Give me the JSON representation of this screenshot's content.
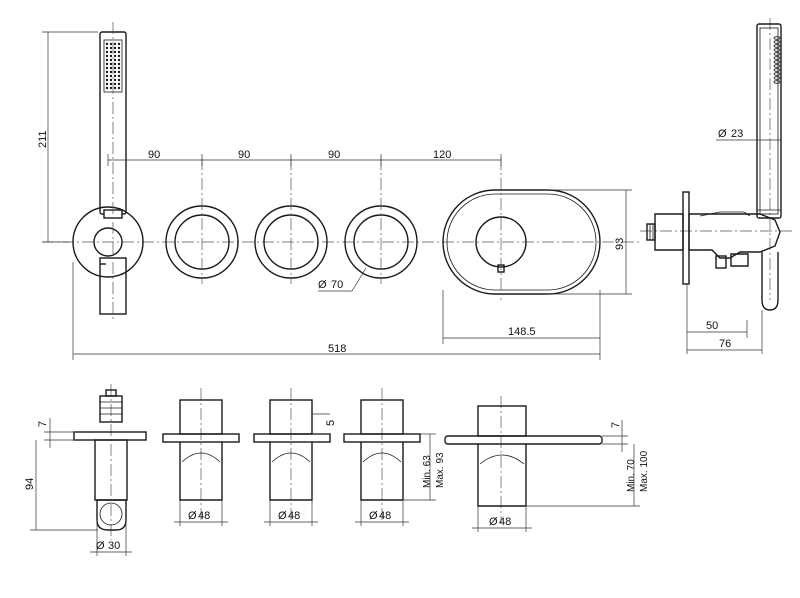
{
  "top_view": {
    "dims": {
      "height_211": "211",
      "sp1": "90",
      "sp2": "90",
      "sp3": "90",
      "sp4": "120",
      "d70_sym": "Ø",
      "d70": "70",
      "h93": "93",
      "w148": "148.5",
      "total518": "518",
      "d23_sym": "Ø",
      "d23": "23",
      "side50": "50",
      "side76": "76"
    }
  },
  "front_view": {
    "dims": {
      "h7_left": "7",
      "h94": "94",
      "d30_sym": "Ø",
      "d30": "30",
      "d48a_sym": "Ø",
      "d48a": "48",
      "d48b_sym": "Ø",
      "d48b": "48",
      "d48c_sym": "Ø",
      "d48c": "48",
      "d48d_sym": "Ø",
      "d48d": "48",
      "h5": "5",
      "min63": "Min. 63",
      "max93": "Max. 93",
      "h7_right": "7",
      "min70": "Min. 70",
      "max100": "Max. 100"
    }
  }
}
